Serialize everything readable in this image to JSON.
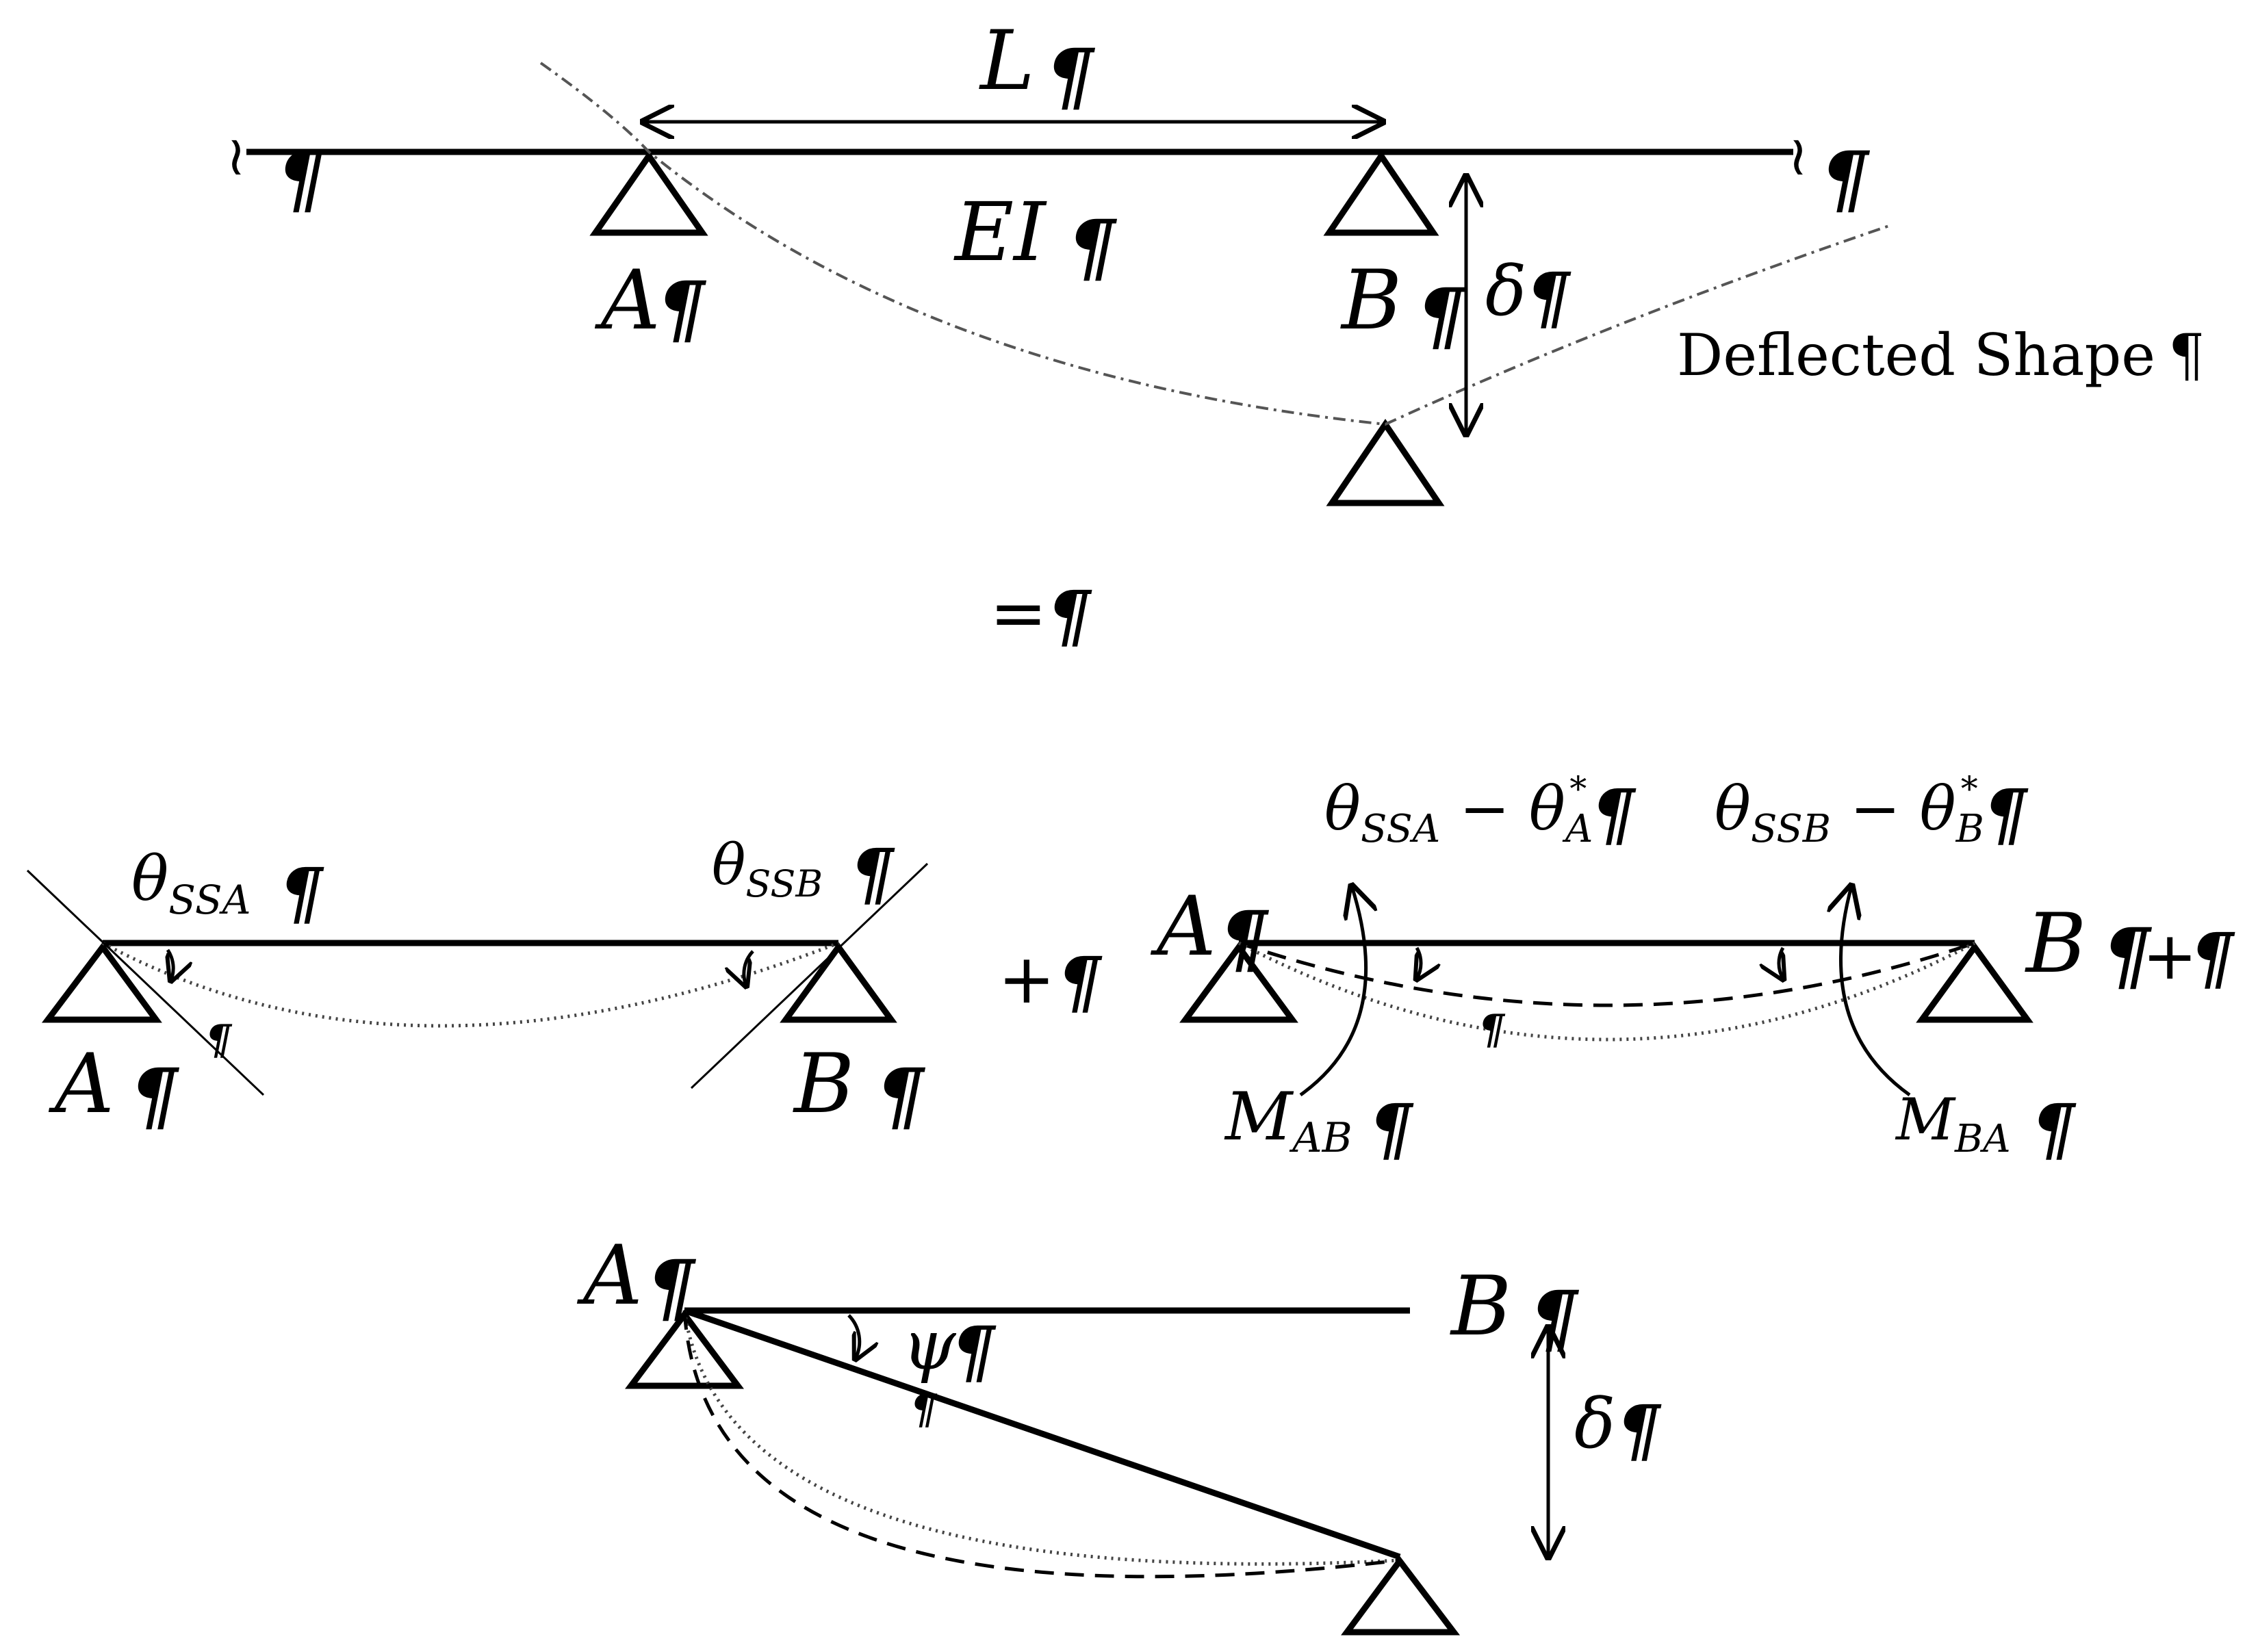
{
  "labels": {
    "span_length": "L",
    "stiffness": "EI",
    "end_a": "A",
    "end_b": "B",
    "delta": "δ",
    "deflected_shape": "Deflected Shape",
    "equals": "=",
    "plus": "+",
    "theta_ssa": "θ",
    "theta_ssa_sub": "SSA",
    "theta_ssb": "θ",
    "theta_ssb_sub": "SSB",
    "theta_a_diff_main": "θ",
    "theta_a_diff_sub": "SSA",
    "theta_a_diff_rest": " − θ",
    "theta_a_diff_sub2": "A",
    "theta_a_diff_sup": "*",
    "theta_b_diff_main": "θ",
    "theta_b_diff_sub": "SSB",
    "theta_b_diff_rest": " − θ",
    "theta_b_diff_sub2": "B",
    "theta_b_diff_sup": "*",
    "moment_ab": "M",
    "moment_ab_sub": "AB",
    "moment_ba": "M",
    "moment_ba_sub": "BA",
    "psi": "ψ",
    "pilcrow": "¶",
    "break_mark": "≀"
  }
}
